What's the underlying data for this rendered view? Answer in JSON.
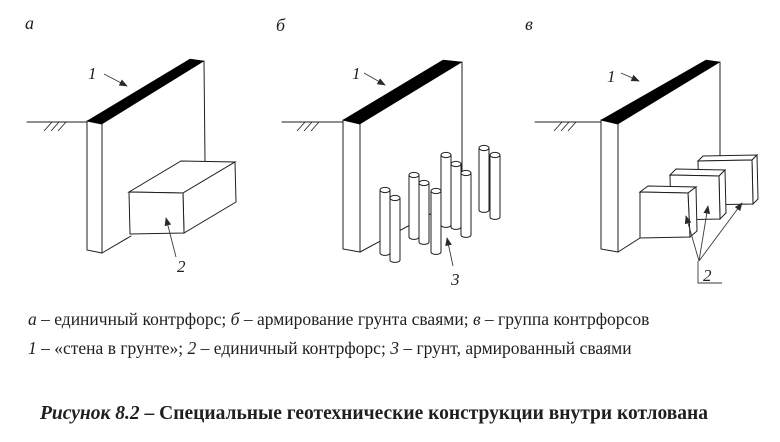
{
  "figure": {
    "panels": [
      {
        "id": "a",
        "letter": "а",
        "callouts": {
          "wall": "1",
          "buttress": "2"
        }
      },
      {
        "id": "b",
        "letter": "б",
        "callouts": {
          "wall": "1",
          "piles": "3"
        }
      },
      {
        "id": "v",
        "letter": "в",
        "callouts": {
          "wall": "1",
          "buttresses": "2"
        }
      }
    ],
    "caption_line1_runs": [
      {
        "text": "а",
        "italic": true
      },
      {
        "text": " – единичный контрфорс; "
      },
      {
        "text": "б",
        "italic": true
      },
      {
        "text": " – армирование грунта сваями; "
      },
      {
        "text": "в",
        "italic": true
      },
      {
        "text": " – группа контрфорсов"
      }
    ],
    "caption_line2_runs": [
      {
        "text": "1",
        "italic": true
      },
      {
        "text": " – «стена в грунте»; "
      },
      {
        "text": "2",
        "italic": true
      },
      {
        "text": " – единичный контрфорс; "
      },
      {
        "text": "3",
        "italic": true
      },
      {
        "text": " – грунт, армированный сваями"
      }
    ],
    "title_runs": [
      {
        "text": "Рисунок 8.2",
        "italic": true,
        "bold": true
      },
      {
        "text": " – Специальные геотехнические конструкции внутри котлована",
        "bold": true
      }
    ],
    "colors": {
      "ink": "#1f1f1f",
      "wall_top": "#000000",
      "paper": "#ffffff"
    }
  }
}
